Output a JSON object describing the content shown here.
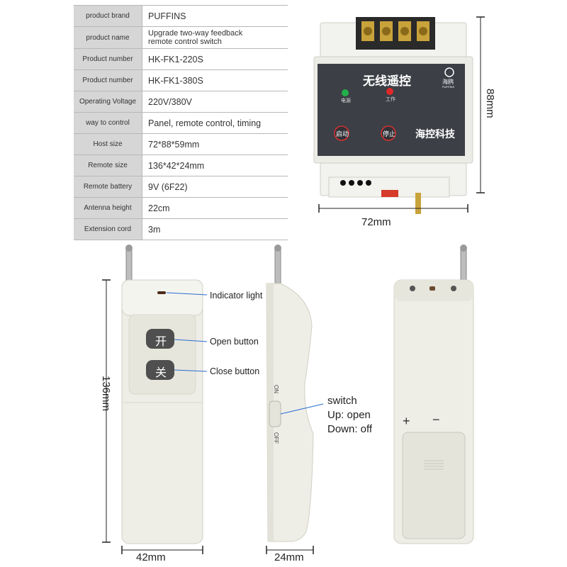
{
  "spec_table": [
    {
      "label": "product brand",
      "value": "PUFFINS"
    },
    {
      "label": "product name",
      "value": "Upgrade two-way feedback remote control switch"
    },
    {
      "label": "Product number",
      "value": "HK-FK1-220S"
    },
    {
      "label": "Product number",
      "value": "HK-FK1-380S"
    },
    {
      "label": "Operating Voltage",
      "value": "220V/380V"
    },
    {
      "label": "way to control",
      "value": "Panel, remote control, timing"
    },
    {
      "label": "Host size",
      "value": "72*88*59mm"
    },
    {
      "label": "Remote size",
      "value": "136*42*24mm"
    },
    {
      "label": "Remote battery",
      "value": "9V (6F22)"
    },
    {
      "label": "Antenna height",
      "value": "22cm"
    },
    {
      "label": "Extension cord",
      "value": "3m"
    }
  ],
  "module": {
    "title": "无线遥控",
    "brand_cn": "海鸥",
    "brand_en": "PUFFINS",
    "power_label": "电源",
    "work_label": "工作",
    "start_label": "启动",
    "stop_label": "停止",
    "company": "海控科技",
    "width_dim": "72mm",
    "height_dim": "88mm",
    "power_led_color": "#22b04a",
    "work_led_color": "#e0282a"
  },
  "remote": {
    "open_key": "开",
    "close_key": "关",
    "indicator_label": "Indicator light",
    "open_label": "Open button",
    "close_label": "Close button",
    "height_dim": "136mm",
    "width_dim": "42mm"
  },
  "side": {
    "on_label": "ON",
    "off_label": "OFF",
    "depth_dim": "24mm",
    "switch_title": "switch",
    "switch_up": "Up: open",
    "switch_down": "Down: off"
  },
  "back": {
    "plus": "+",
    "minus": "−"
  }
}
